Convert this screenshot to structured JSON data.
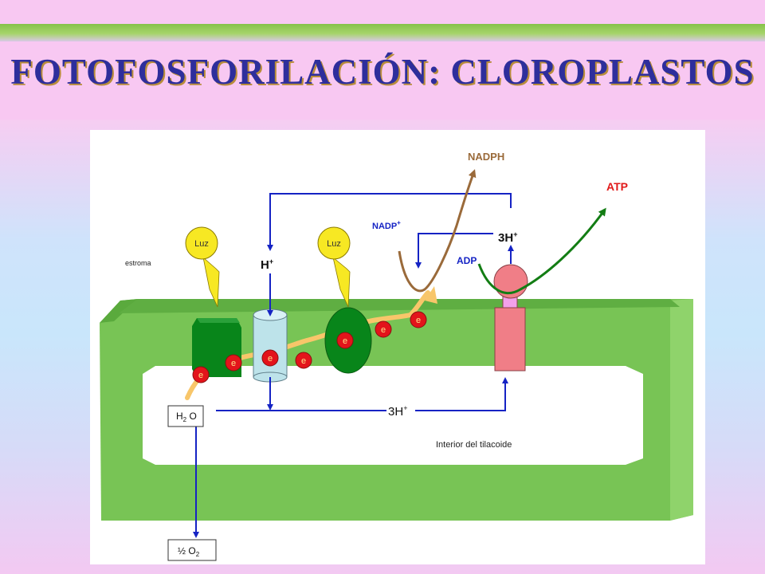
{
  "slide": {
    "title": "FOTOFOSFORILACIÓN: CLOROPLASTOS"
  },
  "diagram": {
    "region_stroma": "estroma",
    "region_lumen": "Interior del tilacoide",
    "light_1": "Luz",
    "light_2": "Luz",
    "electron": "e",
    "proton_top": "H",
    "proton_top_sup": "+",
    "nadp": "NADP",
    "nadp_sup": "+",
    "nadph": "NADPH",
    "three_h_top": "3H",
    "three_h_top_sup": "+",
    "adp": "ADP",
    "atp": "ATP",
    "three_h_lumen": "3H",
    "three_h_lumen_sup": "+",
    "water_main": "H",
    "water_sub": "2",
    "water_o": " O",
    "oxygen_half": "½ O",
    "oxygen_sub": "2",
    "colors": {
      "membrane": "#78c455",
      "membrane_dark": "#4f9f35",
      "ps_dark_green": "#08851a",
      "cytochrome": "#bde3ea",
      "atp_synthase": "#f07e87",
      "arrow_blue": "#1523c4",
      "nadph_brown": "#9a6a3a",
      "atp_green": "#137d14",
      "light_yellow": "#f7e823",
      "electron_red": "#e3141b",
      "flow_orange": "#f8c66a",
      "atp_label_red": "#e11a1a"
    }
  }
}
